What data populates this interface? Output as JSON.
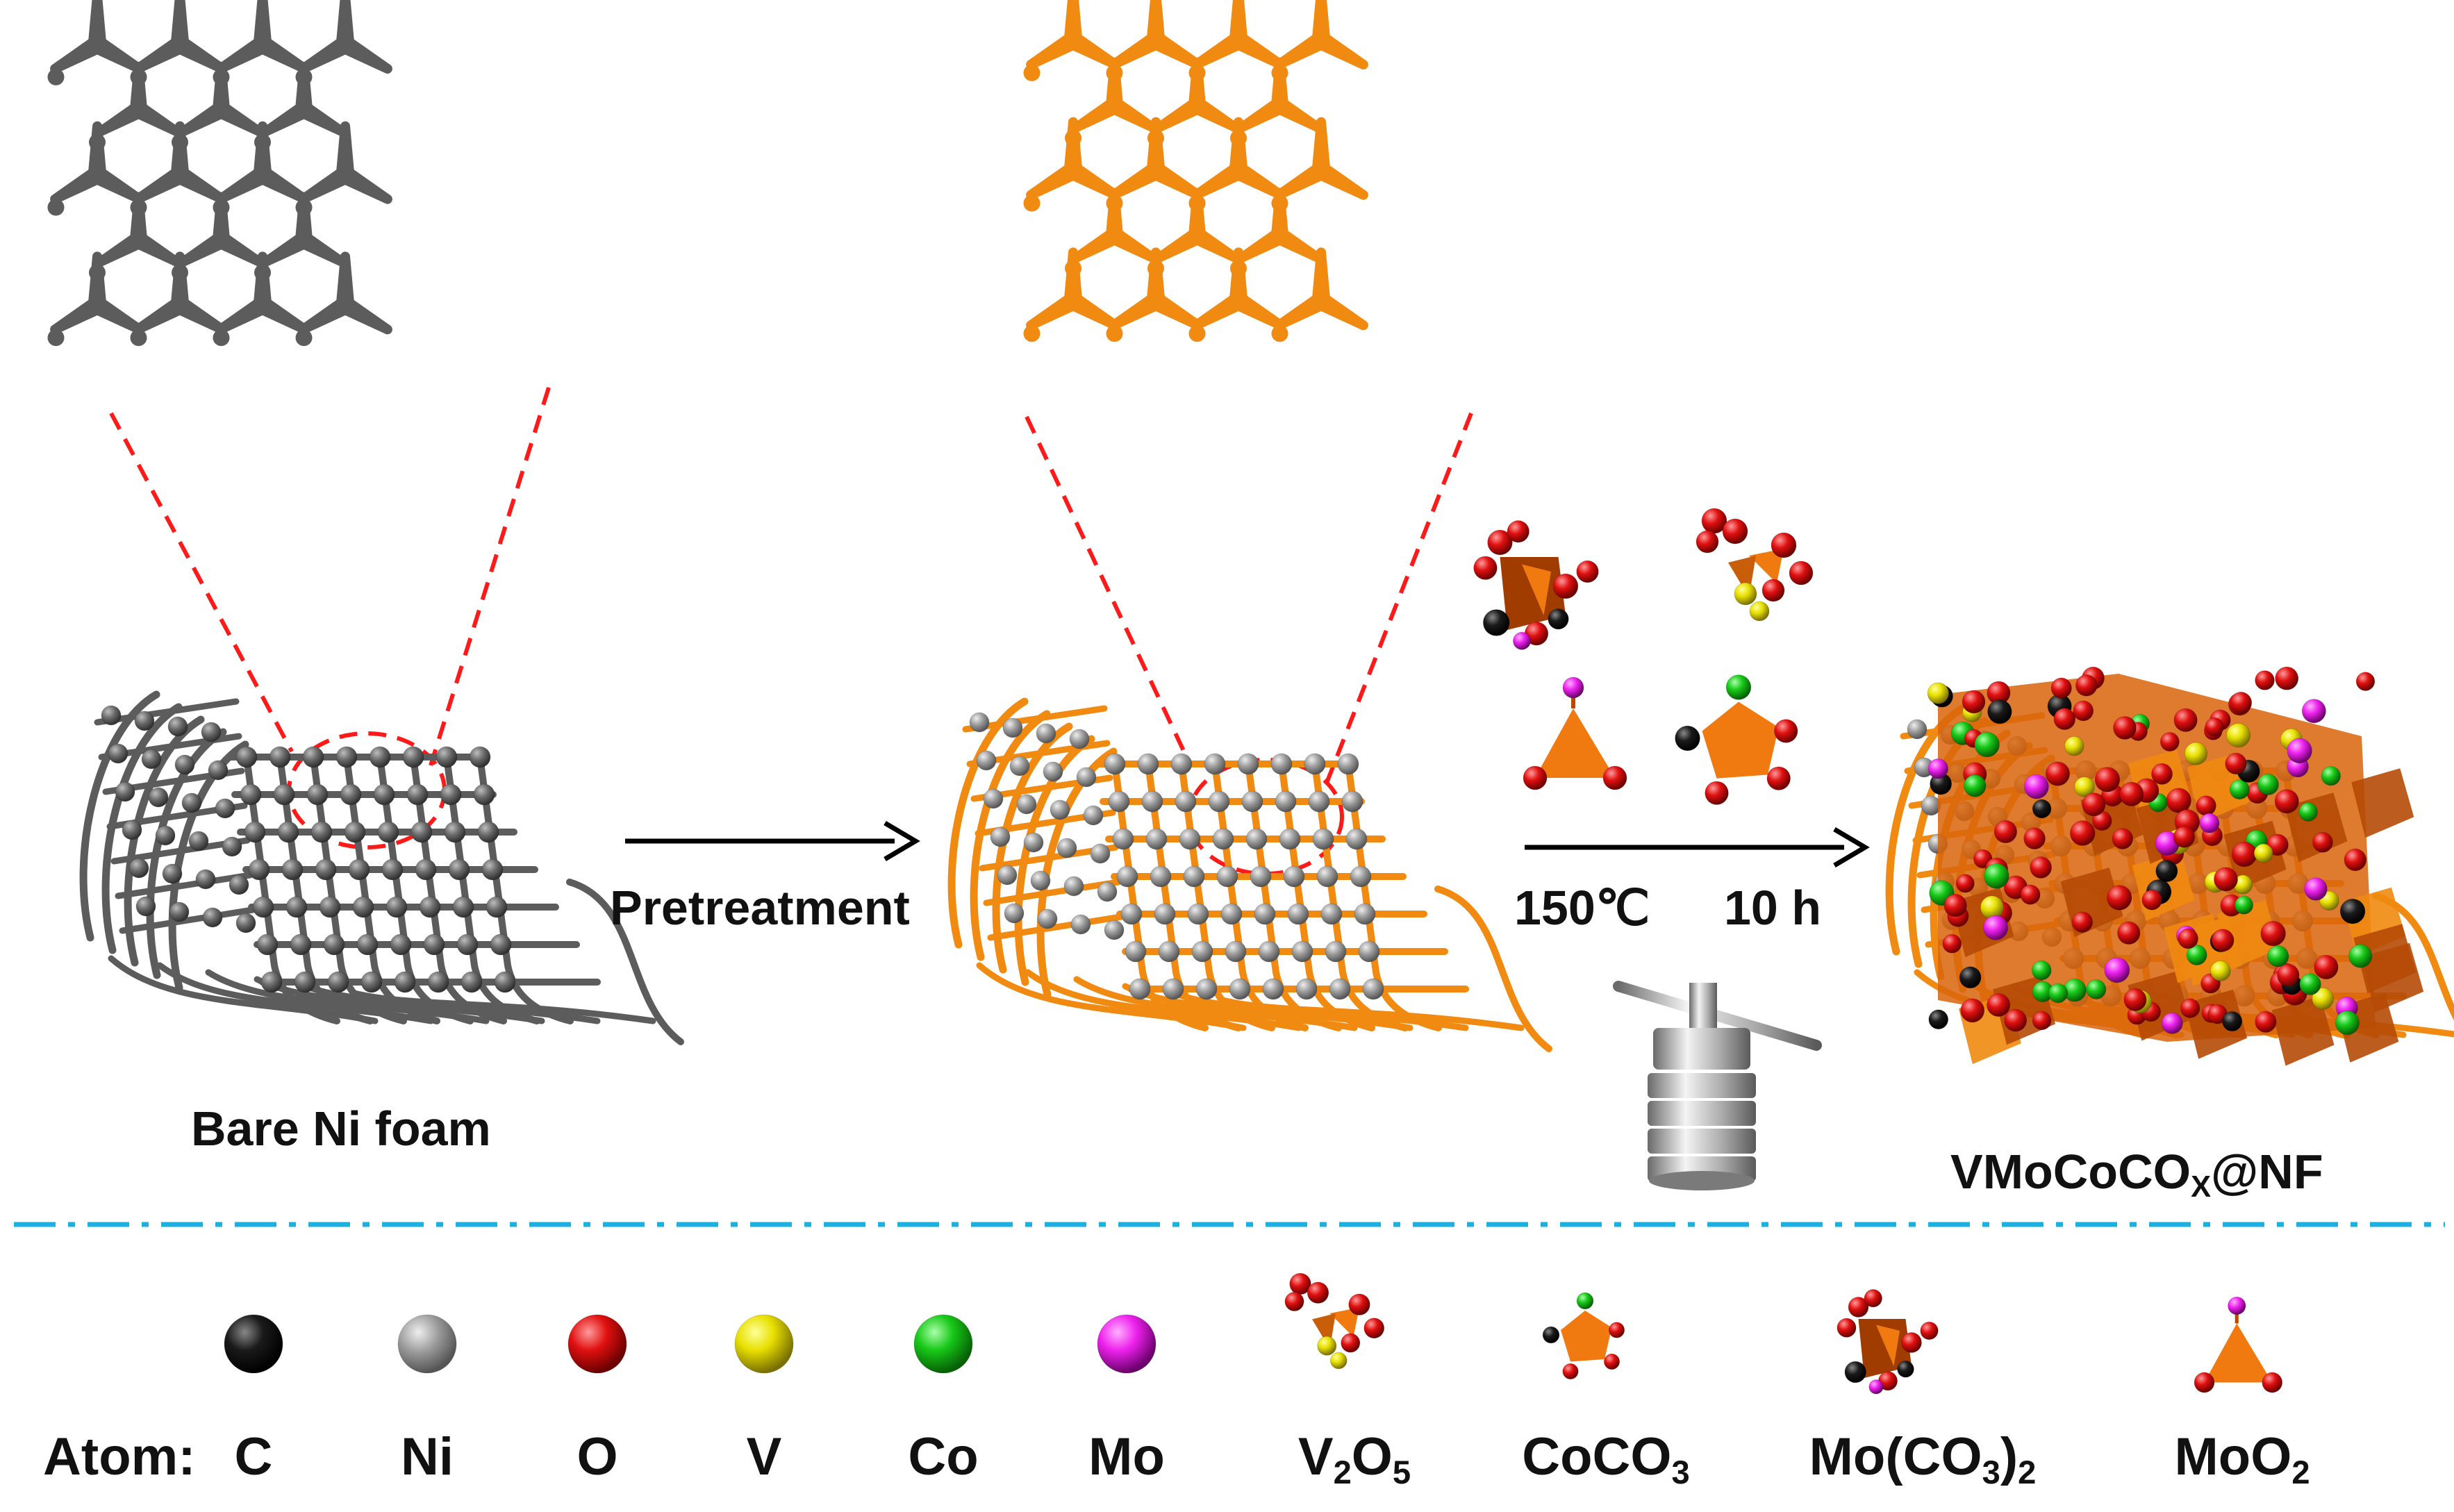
{
  "figure": {
    "stages": {
      "bare": "Bare Ni foam",
      "pretreatment": "Pretreatment",
      "temperature": "150℃",
      "time": "10 h",
      "product_main": "VMoCoCO",
      "product_sub": "X",
      "product_tail": "@NF"
    },
    "legend": {
      "title": "Atom:",
      "atoms": [
        {
          "symbol": "C",
          "color": "#111111"
        },
        {
          "symbol": "Ni",
          "color": "#9a9a9a"
        },
        {
          "symbol": "O",
          "color": "#e01010"
        },
        {
          "symbol": "V",
          "color": "#e8e000"
        },
        {
          "symbol": "Co",
          "color": "#18c818"
        },
        {
          "symbol": "Mo",
          "color": "#ee22ee"
        }
      ],
      "compounds": [
        {
          "pre": "V",
          "s1": "2",
          "mid": "O",
          "s2": "5",
          "post": ""
        },
        {
          "pre": "CoCO",
          "s1": "3",
          "mid": "",
          "s2": "",
          "post": ""
        },
        {
          "pre": "Mo(CO",
          "s1": "3",
          "mid": ")",
          "s2": "2",
          "post": ""
        },
        {
          "pre": "MoO",
          "s1": "2",
          "mid": "",
          "s2": "",
          "post": ""
        }
      ]
    },
    "colors": {
      "bare_foam": "#5c5c5c",
      "treated_foam": "#f08a10",
      "zoom_lines": "#ff1a1a",
      "separator": "#1ab0e0",
      "arrow": "#000000"
    }
  }
}
